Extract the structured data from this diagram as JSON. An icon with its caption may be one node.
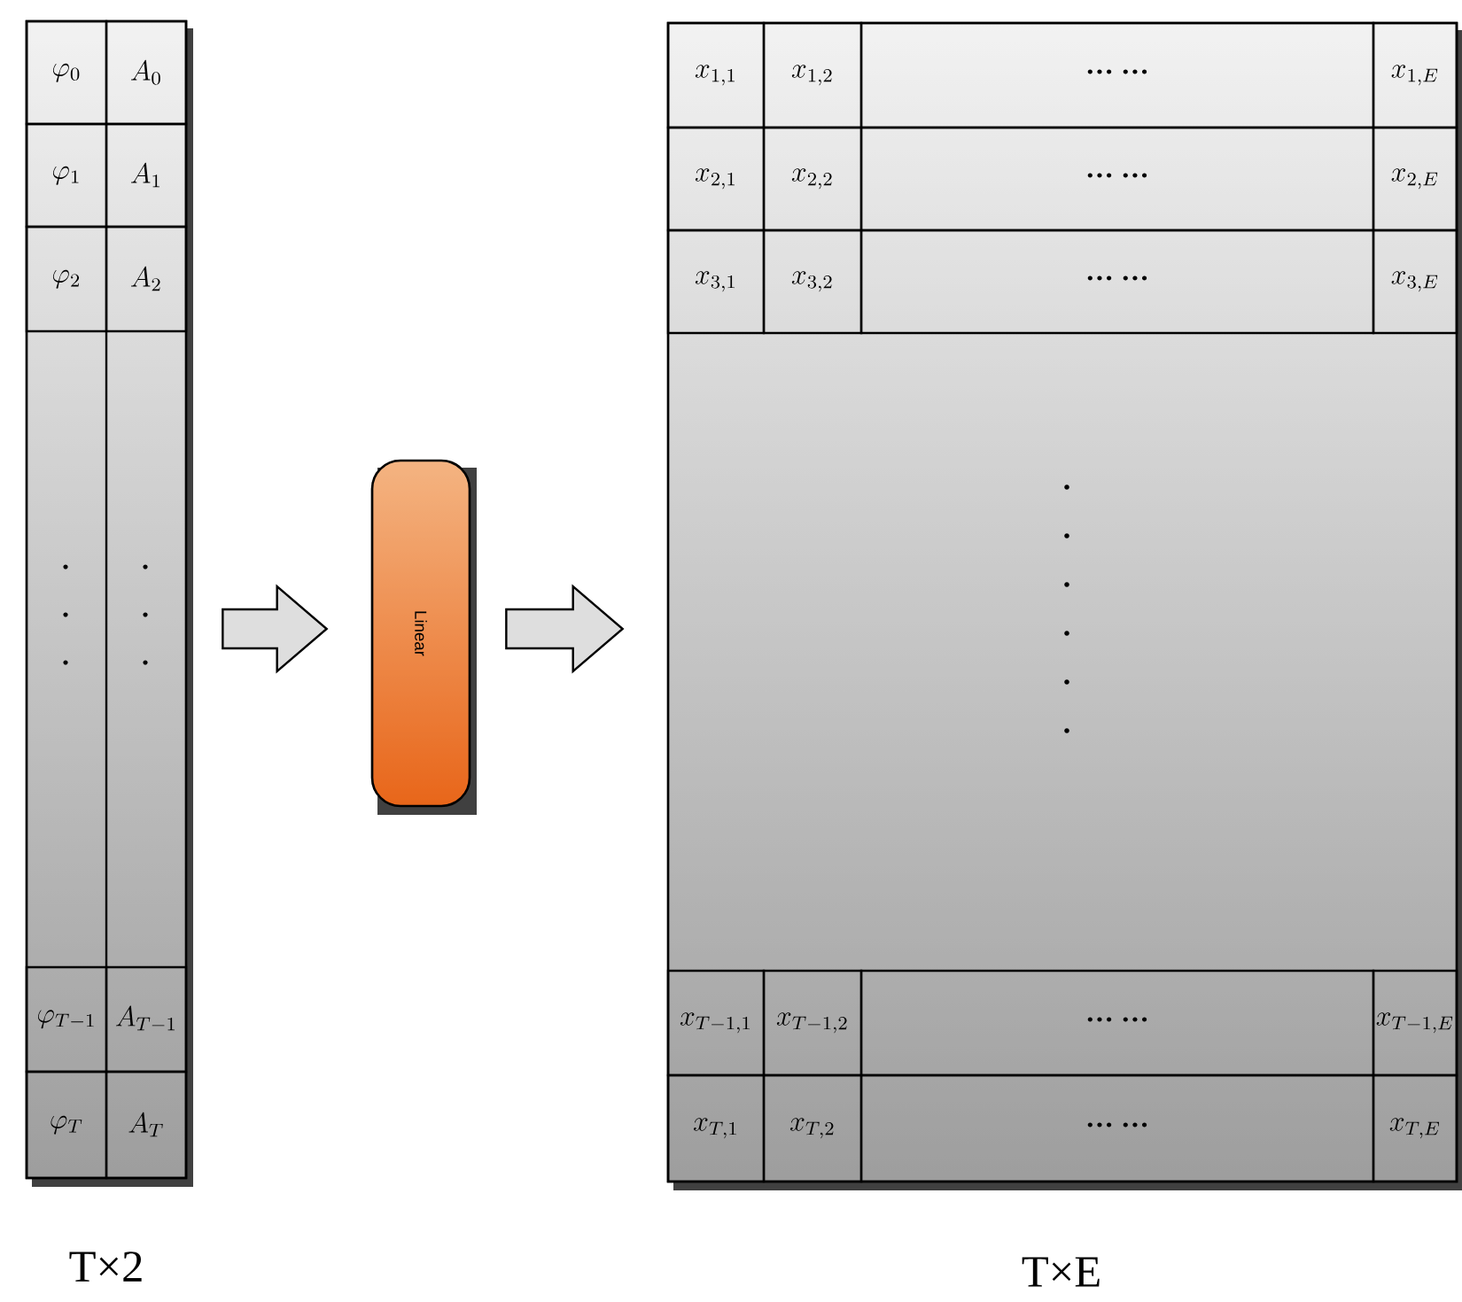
{
  "diagram": {
    "nodes": [
      {
        "text": [],
        "shape": "box",
        "beside": [
          "T×2"
        ]
      },
      {
        "text": [
          "\\varphi_{0}"
        ],
        "in": 0
      },
      {
        "text": [
          "A_{0}"
        ],
        "in": 0
      },
      {
        "text": [
          "\\varphi_{1}"
        ],
        "in": 0
      },
      {
        "text": [
          "A_{1}"
        ],
        "in": 0
      },
      {
        "text": [
          "\\varphi_{2}"
        ],
        "in": 0
      },
      {
        "text": [
          "A_{2}"
        ],
        "in": 0
      },
      {
        "text": [
          "\\varphi_{T-1}"
        ],
        "in": 0
      },
      {
        "text": [
          "A_{T-1}"
        ],
        "in": 0
      },
      {
        "text": [
          "\\varphi_{T}"
        ],
        "in": 0
      },
      {
        "text": [
          "A_{T}"
        ],
        "in": 0
      },
      {
        "text": [
          "Linear"
        ]
      },
      {
        "text": [],
        "shape": "box",
        "beside": [
          "T×E"
        ]
      },
      {
        "text": [
          "x_{1,1}"
        ],
        "in": 12
      },
      {
        "text": [
          "x_{1,2}"
        ],
        "in": 12
      },
      {
        "text": [
          "··· ···"
        ],
        "in": 12
      },
      {
        "text": [
          "x_{1,E}"
        ],
        "in": 12
      },
      {
        "text": [
          "x_{2,1}"
        ],
        "in": 12
      },
      {
        "text": [
          "x_{2,2}"
        ],
        "in": 12
      },
      {
        "text": [
          "··· ···"
        ],
        "in": 12
      },
      {
        "text": [
          "x_{2,E}"
        ],
        "in": 12
      },
      {
        "text": [
          "x_{3,1}"
        ],
        "in": 12
      },
      {
        "text": [
          "x_{3,2}"
        ],
        "in": 12
      },
      {
        "text": [
          "··· ···"
        ],
        "in": 12
      },
      {
        "text": [
          "x_{3,E}"
        ],
        "in": 12
      },
      {
        "text": [
          "x_{T-1,1}"
        ],
        "in": 12
      },
      {
        "text": [
          "x_{T-1,2}"
        ],
        "in": 12
      },
      {
        "text": [
          "··· ···"
        ],
        "in": 12
      },
      {
        "text": [
          "x_{T-1,E}"
        ],
        "in": 12
      },
      {
        "text": [
          "x_{T,1}"
        ],
        "in": 12
      },
      {
        "text": [
          "x_{T,2}"
        ],
        "in": 12
      },
      {
        "text": [
          "··· ···"
        ],
        "in": 12
      },
      {
        "text": [
          "x_{T,E}"
        ],
        "in": 12
      }
    ],
    "edges": [
      {
        "from": 0,
        "to": 11,
        "arrow": "to"
      },
      {
        "from": 11,
        "to": 12,
        "arrow": "to"
      }
    ]
  }
}
